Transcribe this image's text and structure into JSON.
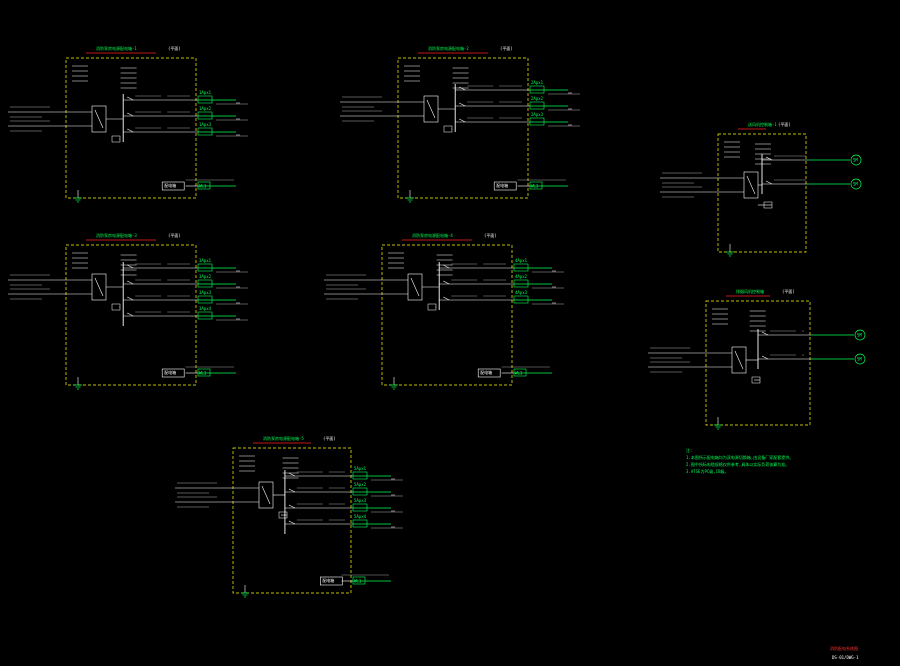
{
  "colors": {
    "background": "#000000",
    "frame": "#ffff00",
    "title": "#00ff44",
    "title_underline": "#ff2222",
    "wire": "#ffffff",
    "bus": "#00ff55",
    "note": "#00ff55",
    "note_red": "#ff3333"
  },
  "panels": [
    {
      "title": "消防泵房电源配电箱-1",
      "tag": "(平面)",
      "feeders": [
        "1Apx1",
        "1Apx2",
        "1Apx3"
      ],
      "out_label": "WL1",
      "cabinet": "配电箱"
    },
    {
      "title": "消防泵房电源配电箱-2",
      "tag": "(平面)",
      "feeders": [
        "2Apx1",
        "2Apx2",
        "2Apx3"
      ],
      "out_label": "WL1",
      "cabinet": "配电箱"
    },
    {
      "title": "消防泵房电源配电箱-3",
      "tag": "(平面)",
      "feeders": [
        "3Apx1",
        "3Apx2",
        "3Apx3",
        "3Apx4"
      ],
      "out_label": "WL1",
      "cabinet": "配电箱"
    },
    {
      "title": "消防泵房电源配电箱-4",
      "tag": "(平面)",
      "feeders": [
        "4Apx1",
        "4Apx2",
        "4Apx3"
      ],
      "out_label": "WL1",
      "cabinet": "配电箱"
    },
    {
      "title": "消防泵房电源配电箱-5",
      "tag": "(平面)",
      "feeders": [
        "5Apx1",
        "5Apx2",
        "5Apx3",
        "5Apx4"
      ],
      "out_label": "WL1",
      "cabinet": "配电箱"
    },
    {
      "title": "送风机控制箱-1",
      "tag": "(平面)",
      "feeders": [
        "SM",
        "SM"
      ],
      "out_label": "",
      "cabinet": ""
    },
    {
      "title": "排烟风机控制箱",
      "tag": "(平面)",
      "feeders": [
        "SM",
        "SM"
      ],
      "out_label": "",
      "cabinet": ""
    }
  ],
  "notes": {
    "head": "注:",
    "line1": "1.本图所示配电箱均为双电源切换箱,由设备厂家配套提供。",
    "line2": "2.图中所标电缆规格仅供参考,具体以实际负荷核算为准。",
    "line3": "3.ATSE为PC级,CB级。"
  },
  "drawing": {
    "title": "消防配电系统图",
    "number": "DS-01/DWG-1"
  }
}
